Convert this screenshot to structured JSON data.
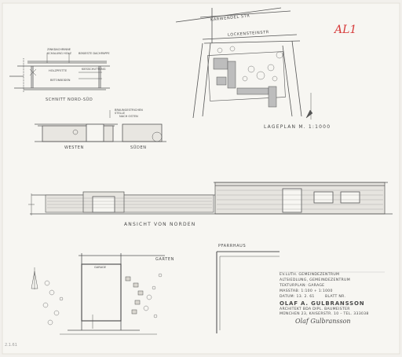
{
  "stamp": "AL1",
  "streets": {
    "top": "KARWENDEL STR",
    "mid": "LOCKENSTEINSTR"
  },
  "site_plan_label": "LAGEPLAN M. 1:1000",
  "section_label": "SCHNITT NORD-SÜD",
  "section_notes": [
    "ZINKDACHRINNE",
    "SCHALUNG HOLZ",
    "BEKIESTE DACHPAPPE",
    "HOLZPFETTE",
    "KIESSCHUTTUNG",
    "BETONBODEN"
  ],
  "small_bldg_notes": [
    "BRAUNGESTRICHEN",
    "STELLE",
    "NACH OSTEN"
  ],
  "west_label": "WESTEN",
  "south_label": "SÜDEN",
  "elevation_label": "ANSICHT VON NORDEN",
  "garden_label": "GARTEN",
  "parish_label": "PFARRHAUS",
  "garage_label": "GARAGE",
  "title_block": {
    "line1": "EV.LUTH. GEMEINDEZENTRUM",
    "line2": "ALTSIEDLUNG, GEMEINDEZENTRUM",
    "line3": "TEKTURPLAN: GARAGE",
    "line4": "MASSTAB: 1:100 + 1:1000",
    "line5": "DATUM: 13. 2. 61",
    "sheet": "BLATT NR.",
    "architect": "OLAF A. GULBRANSSON",
    "line7": "ARCHITEKT BDA DIPL. BAUMEISTER",
    "line8": "MÜNCHEN 23, KAISERSTR. 10 – TEL. 333038"
  },
  "signature": "Olaf Gulbransson",
  "pencil_note": "2.1.61"
}
